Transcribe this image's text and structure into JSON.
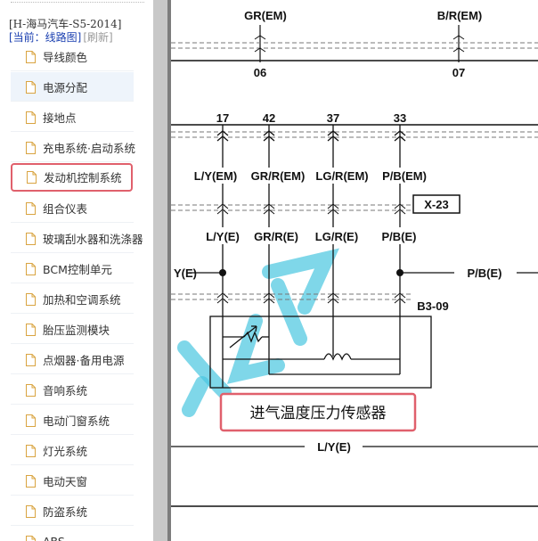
{
  "breadcrumb": {
    "vehicle": "[H-海马汽车-S5-2014]",
    "current": "[当前：线路图]",
    "refresh": "[刷新]"
  },
  "sidebar": {
    "items": [
      {
        "label": "导线颜色"
      },
      {
        "label": "电源分配"
      },
      {
        "label": "接地点"
      },
      {
        "label": "充电系统·启动系统"
      },
      {
        "label": "发动机控制系统"
      },
      {
        "label": "组合仪表"
      },
      {
        "label": "玻璃刮水器和洗涤器"
      },
      {
        "label": "BCM控制单元"
      },
      {
        "label": "加热和空调系统"
      },
      {
        "label": "胎压监测模块"
      },
      {
        "label": "点烟器·备用电源"
      },
      {
        "label": "音响系统"
      },
      {
        "label": "电动门窗系统"
      },
      {
        "label": "灯光系统"
      },
      {
        "label": "电动天窗"
      },
      {
        "label": "防盗系统"
      },
      {
        "label": "ABS"
      }
    ],
    "active_index": 1,
    "highlighted_index": 4
  },
  "diagram": {
    "top_wires": [
      {
        "color": "GR(EM)",
        "pin": "06"
      },
      {
        "color": "B/R(EM)",
        "pin": "07"
      }
    ],
    "pins": [
      "17",
      "42",
      "37",
      "33"
    ],
    "em_labels": [
      "L/Y(EM)",
      "GR/R(EM)",
      "LG/R(EM)",
      "P/B(EM)"
    ],
    "connector_x23": "X-23",
    "e_labels": [
      "L/Y(E)",
      "GR/R(E)",
      "LG/R(E)",
      "P/B(E)"
    ],
    "left_wire": "Y(E)",
    "right_wire": "P/B(E)",
    "sensor_connector": "B3-09",
    "sensor_name": "进气温度压力传感器",
    "bottom_wire": "L/Y(E)",
    "colors": {
      "highlight": "#e0606c",
      "watermark": "#49c6e0",
      "wire": "#111111",
      "breadcrumb_current": "#1a3fb0"
    }
  }
}
